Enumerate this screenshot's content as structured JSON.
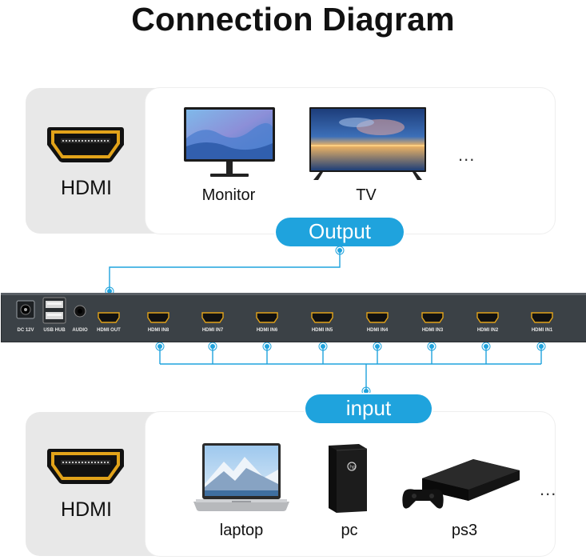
{
  "title": "Connection Diagram",
  "output_panel": {
    "hdmi_label": "HDMI",
    "devices": [
      {
        "label": "Monitor",
        "icon": "monitor-icon"
      },
      {
        "label": "TV",
        "icon": "tv-icon"
      }
    ],
    "more": "..."
  },
  "output_pill": "Output",
  "input_pill": "input",
  "switch": {
    "ports": [
      "DC 12V",
      "USB HUB",
      "AUDIO",
      "HDMI OUT",
      "HDMI IN8",
      "HDMI IN7",
      "HDMI IN6",
      "HDMI IN5",
      "HDMI IN4",
      "HDMI IN3",
      "HDMI IN2",
      "HDMI IN1"
    ]
  },
  "input_panel": {
    "hdmi_label": "HDMI",
    "devices": [
      {
        "label": "laptop",
        "icon": "laptop-icon"
      },
      {
        "label": "pc",
        "icon": "pc-tower-icon"
      },
      {
        "label": "ps3",
        "icon": "game-console-icon"
      }
    ],
    "more": "..."
  },
  "colors": {
    "accent": "#1fa3dd",
    "panel": "#e8e8e8",
    "device_body": "#3b4146",
    "hdmi_gold": "#e2a31a"
  }
}
